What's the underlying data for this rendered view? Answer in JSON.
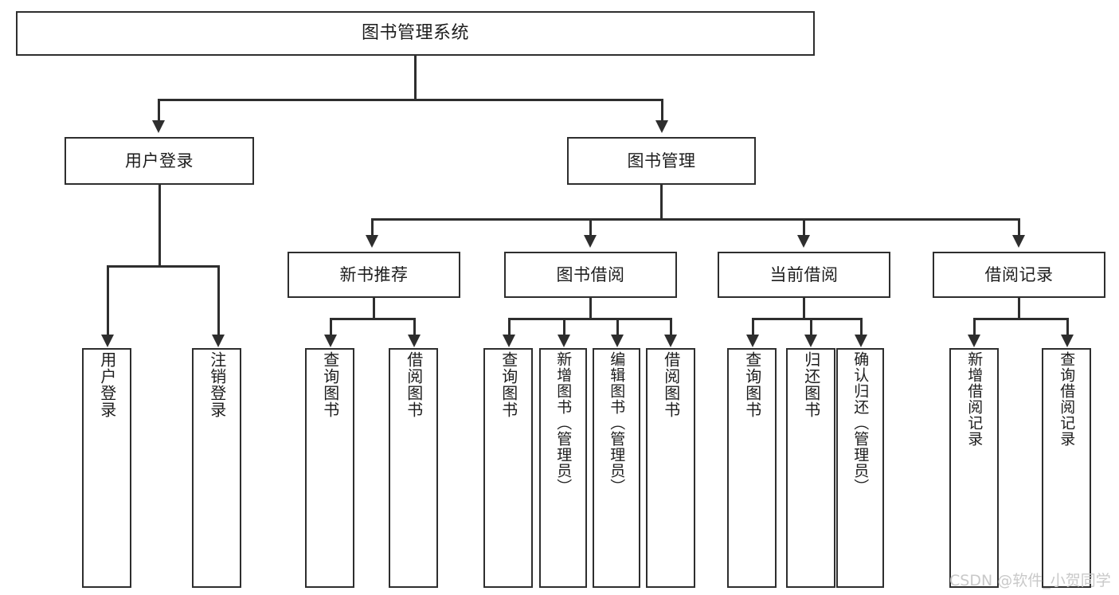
{
  "diagram": {
    "type": "tree-hierarchy-chart",
    "title": "图书管理系统",
    "orientation": "top-down",
    "levels": 4,
    "line_color": "#2e2e2e",
    "box_fill": "#ffffff",
    "text_color": "#1d1d1d"
  },
  "root": {
    "label": "图书管理系统"
  },
  "level2": [
    {
      "label": "用户登录"
    },
    {
      "label": "图书管理"
    }
  ],
  "level3": [
    {
      "label": "新书推荐"
    },
    {
      "label": "图书借阅"
    },
    {
      "label": "当前借阅"
    },
    {
      "label": "借阅记录"
    }
  ],
  "leaves": {
    "user_login": [
      {
        "label": "用户登录"
      },
      {
        "label": "注销登录"
      }
    ],
    "new_book_recommend": [
      {
        "label": "查询图书"
      },
      {
        "label": "借阅图书"
      }
    ],
    "book_borrow": [
      {
        "label": "查询图书"
      },
      {
        "label": "新增图书（管理员）"
      },
      {
        "label": "编辑图书（管理员）"
      },
      {
        "label": "借阅图书"
      }
    ],
    "current_borrow": [
      {
        "label": "查询图书"
      },
      {
        "label": "归还图书"
      },
      {
        "label": "确认归还（管理员）"
      }
    ],
    "borrow_record": [
      {
        "label": "新增借阅记录"
      },
      {
        "label": "查询借阅记录"
      }
    ]
  },
  "watermark": {
    "text": "CSDN @软件_小贺同学",
    "color": "#c9c9c9"
  }
}
